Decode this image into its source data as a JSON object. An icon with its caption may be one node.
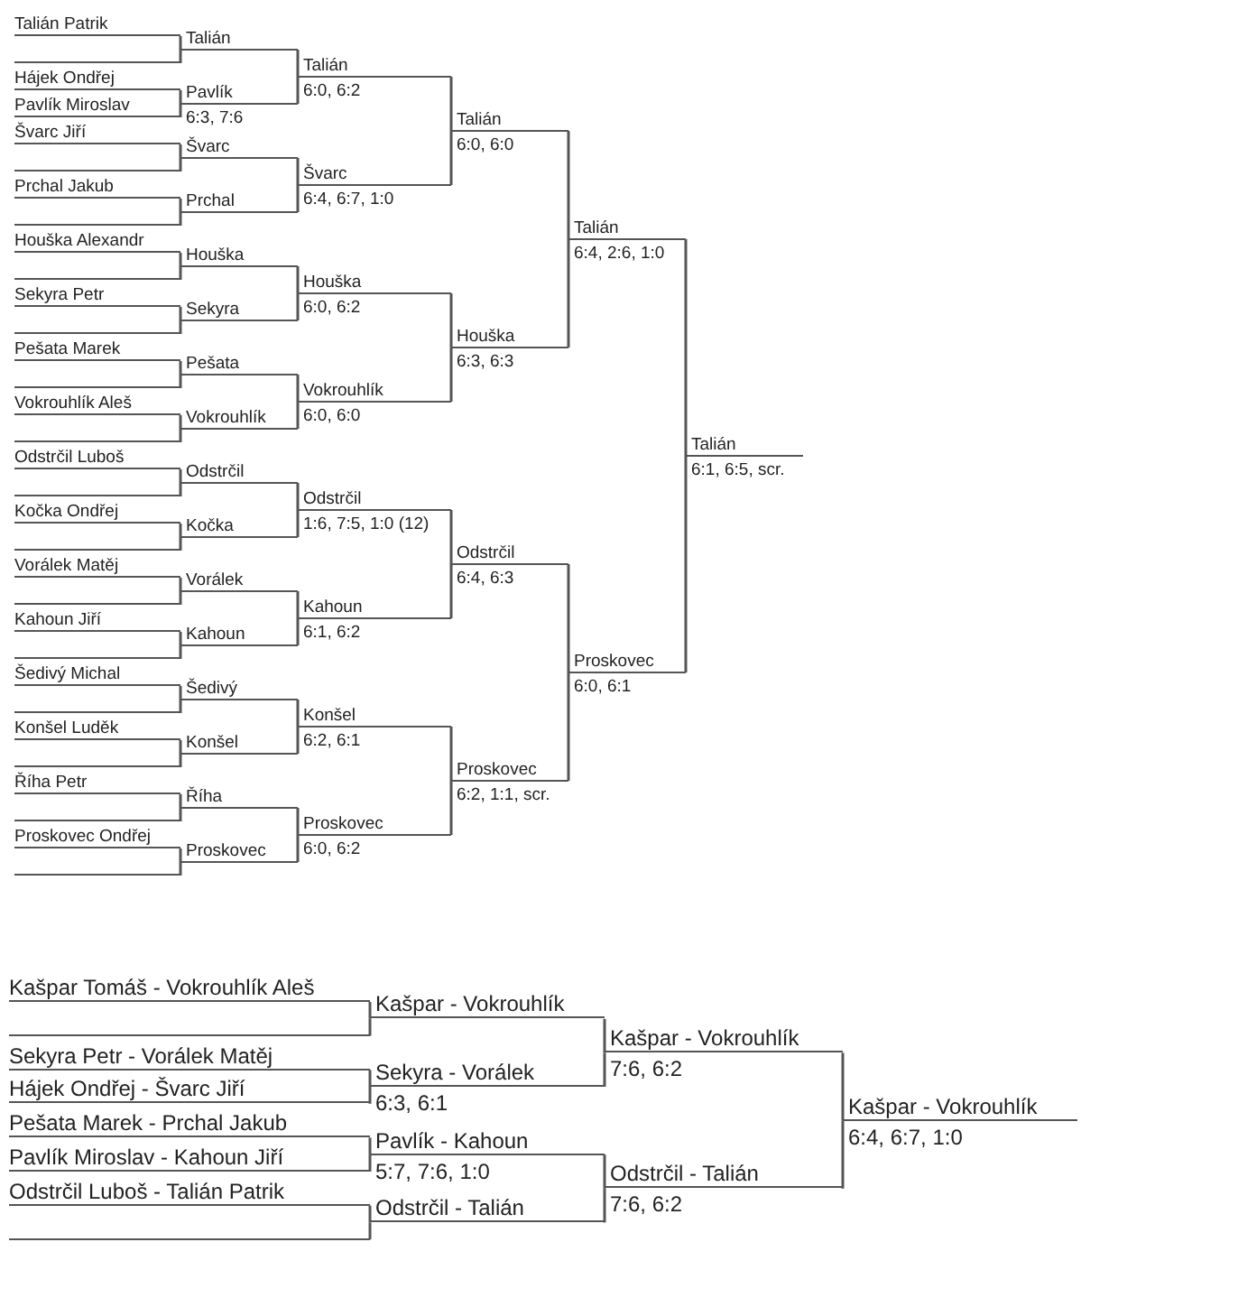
{
  "diagram": {
    "nodes": [
      {
        "text": [
          "Talián Patrik"
        ]
      },
      {
        "text": [],
        "shape": "line"
      },
      {
        "text": [
          "Hájek Ondřej"
        ]
      },
      {
        "text": [
          "Pavlík Miroslav"
        ]
      },
      {
        "text": [
          "Švarc Jiří"
        ]
      },
      {
        "text": [],
        "shape": "line"
      },
      {
        "text": [
          "Prchal Jakub"
        ]
      },
      {
        "text": [],
        "shape": "line"
      },
      {
        "text": [
          "Houška Alexandr"
        ]
      },
      {
        "text": [],
        "shape": "line"
      },
      {
        "text": [
          "Sekyra Petr"
        ]
      },
      {
        "text": [],
        "shape": "line"
      },
      {
        "text": [
          "Pešata Marek"
        ]
      },
      {
        "text": [],
        "shape": "line"
      },
      {
        "text": [
          "Vokrouhlík Aleš"
        ]
      },
      {
        "text": [],
        "shape": "line"
      },
      {
        "text": [
          "Odstrčil Luboš"
        ]
      },
      {
        "text": [],
        "shape": "line"
      },
      {
        "text": [
          "Kočka Ondřej"
        ]
      },
      {
        "text": [],
        "shape": "line"
      },
      {
        "text": [
          "Vorálek Matěj"
        ]
      },
      {
        "text": [],
        "shape": "line"
      },
      {
        "text": [
          "Kahoun Jiří"
        ]
      },
      {
        "text": [],
        "shape": "line"
      },
      {
        "text": [
          "Šedivý Michal"
        ]
      },
      {
        "text": [],
        "shape": "line"
      },
      {
        "text": [
          "Konšel Luděk"
        ]
      },
      {
        "text": [],
        "shape": "line"
      },
      {
        "text": [
          "Říha Petr"
        ]
      },
      {
        "text": [],
        "shape": "line"
      },
      {
        "text": [
          "Proskovec Ondřej"
        ]
      },
      {
        "text": [],
        "shape": "line"
      },
      {
        "text": [
          "Talián"
        ]
      },
      {
        "text": [
          "Pavlík"
        ],
        "beside": [
          "6:3, 7:6"
        ]
      },
      {
        "text": [
          "Švarc"
        ]
      },
      {
        "text": [
          "Prchal"
        ]
      },
      {
        "text": [
          "Houška"
        ]
      },
      {
        "text": [
          "Sekyra"
        ]
      },
      {
        "text": [
          "Pešata"
        ]
      },
      {
        "text": [
          "Vokrouhlík"
        ]
      },
      {
        "text": [
          "Odstrčil"
        ]
      },
      {
        "text": [
          "Kočka"
        ]
      },
      {
        "text": [
          "Vorálek"
        ]
      },
      {
        "text": [
          "Kahoun"
        ]
      },
      {
        "text": [
          "Šedivý"
        ]
      },
      {
        "text": [
          "Konšel"
        ]
      },
      {
        "text": [
          "Říha"
        ]
      },
      {
        "text": [
          "Proskovec"
        ]
      },
      {
        "text": [
          "Talián"
        ],
        "beside": [
          "6:0, 6:2"
        ]
      },
      {
        "text": [
          "Švarc"
        ],
        "beside": [
          "6:4, 6:7, 1:0"
        ]
      },
      {
        "text": [
          "Houška"
        ],
        "beside": [
          "6:0, 6:2"
        ]
      },
      {
        "text": [
          "Vokrouhlík"
        ],
        "beside": [
          "6:0, 6:0"
        ]
      },
      {
        "text": [
          "Odstrčil"
        ],
        "beside": [
          "1:6, 7:5, 1:0 (12)"
        ]
      },
      {
        "text": [
          "Kahoun"
        ],
        "beside": [
          "6:1, 6:2"
        ]
      },
      {
        "text": [
          "Konšel"
        ],
        "beside": [
          "6:2, 6:1"
        ]
      },
      {
        "text": [
          "Proskovec"
        ],
        "beside": [
          "6:0, 6:2"
        ]
      },
      {
        "text": [
          "Talián"
        ],
        "beside": [
          "6:0, 6:0"
        ]
      },
      {
        "text": [
          "Houška"
        ],
        "beside": [
          "6:3, 6:3"
        ]
      },
      {
        "text": [
          "Odstrčil"
        ],
        "beside": [
          "6:4, 6:3"
        ]
      },
      {
        "text": [
          "Proskovec"
        ],
        "beside": [
          "6:2, 1:1, scr."
        ]
      },
      {
        "text": [
          "Talián"
        ],
        "beside": [
          "6:4, 2:6, 1:0"
        ]
      },
      {
        "text": [
          "Proskovec"
        ],
        "beside": [
          "6:0, 6:1"
        ]
      },
      {
        "text": [
          "Talián"
        ],
        "beside": [
          "6:1, 6:5, scr."
        ]
      },
      {
        "text": [
          "Kašpar Tomáš - Vokrouhlík Aleš"
        ]
      },
      {
        "text": [],
        "shape": "line"
      },
      {
        "text": [
          "Sekyra Petr - Vorálek Matěj"
        ]
      },
      {
        "text": [
          "Hájek Ondřej - Švarc Jiří"
        ]
      },
      {
        "text": [
          "Pešata Marek - Prchal Jakub"
        ]
      },
      {
        "text": [
          "Pavlík Miroslav - Kahoun Jiří"
        ]
      },
      {
        "text": [
          "Odstrčil Luboš - Talián Patrik"
        ]
      },
      {
        "text": [],
        "shape": "line"
      },
      {
        "text": [
          "Kašpar - Vokrouhlík"
        ]
      },
      {
        "text": [
          "Sekyra - Vorálek"
        ],
        "beside": [
          "6:3, 6:1"
        ]
      },
      {
        "text": [
          "Pavlík - Kahoun"
        ],
        "beside": [
          "5:7, 7:6, 1:0"
        ]
      },
      {
        "text": [
          "Odstrčil - Talián"
        ]
      },
      {
        "text": [
          "Kašpar - Vokrouhlík"
        ],
        "beside": [
          "7:6, 6:2"
        ]
      },
      {
        "text": [
          "Odstrčil - Talián"
        ],
        "beside": [
          "7:6, 6:2"
        ]
      },
      {
        "text": [
          "Kašpar - Vokrouhlík"
        ],
        "beside": [
          "6:4, 6:7, 1:0"
        ]
      }
    ],
    "edges": [
      {
        "from": 0,
        "to": 32,
        "arrow": "none"
      },
      {
        "from": 1,
        "to": 32,
        "arrow": "none"
      },
      {
        "from": 2,
        "to": 33,
        "arrow": "none"
      },
      {
        "from": 3,
        "to": 33,
        "arrow": "none"
      },
      {
        "from": 4,
        "to": 34,
        "arrow": "none"
      },
      {
        "from": 5,
        "to": 34,
        "arrow": "none"
      },
      {
        "from": 6,
        "to": 35,
        "arrow": "none"
      },
      {
        "from": 7,
        "to": 35,
        "arrow": "none"
      },
      {
        "from": 8,
        "to": 36,
        "arrow": "none"
      },
      {
        "from": 9,
        "to": 36,
        "arrow": "none"
      },
      {
        "from": 10,
        "to": 37,
        "arrow": "none"
      },
      {
        "from": 11,
        "to": 37,
        "arrow": "none"
      },
      {
        "from": 12,
        "to": 38,
        "arrow": "none"
      },
      {
        "from": 13,
        "to": 38,
        "arrow": "none"
      },
      {
        "from": 14,
        "to": 39,
        "arrow": "none"
      },
      {
        "from": 15,
        "to": 39,
        "arrow": "none"
      },
      {
        "from": 16,
        "to": 40,
        "arrow": "none"
      },
      {
        "from": 17,
        "to": 40,
        "arrow": "none"
      },
      {
        "from": 18,
        "to": 41,
        "arrow": "none"
      },
      {
        "from": 19,
        "to": 41,
        "arrow": "none"
      },
      {
        "from": 20,
        "to": 42,
        "arrow": "none"
      },
      {
        "from": 21,
        "to": 42,
        "arrow": "none"
      },
      {
        "from": 22,
        "to": 43,
        "arrow": "none"
      },
      {
        "from": 23,
        "to": 43,
        "arrow": "none"
      },
      {
        "from": 24,
        "to": 44,
        "arrow": "none"
      },
      {
        "from": 25,
        "to": 44,
        "arrow": "none"
      },
      {
        "from": 26,
        "to": 45,
        "arrow": "none"
      },
      {
        "from": 27,
        "to": 45,
        "arrow": "none"
      },
      {
        "from": 28,
        "to": 46,
        "arrow": "none"
      },
      {
        "from": 29,
        "to": 46,
        "arrow": "none"
      },
      {
        "from": 30,
        "to": 47,
        "arrow": "none"
      },
      {
        "from": 31,
        "to": 47,
        "arrow": "none"
      },
      {
        "from": 32,
        "to": 48,
        "arrow": "none"
      },
      {
        "from": 33,
        "to": 48,
        "arrow": "none"
      },
      {
        "from": 34,
        "to": 49,
        "arrow": "none"
      },
      {
        "from": 35,
        "to": 49,
        "arrow": "none"
      },
      {
        "from": 36,
        "to": 50,
        "arrow": "none"
      },
      {
        "from": 37,
        "to": 50,
        "arrow": "none"
      },
      {
        "from": 38,
        "to": 51,
        "arrow": "none"
      },
      {
        "from": 39,
        "to": 51,
        "arrow": "none"
      },
      {
        "from": 40,
        "to": 52,
        "arrow": "none"
      },
      {
        "from": 41,
        "to": 52,
        "arrow": "none"
      },
      {
        "from": 42,
        "to": 53,
        "arrow": "none"
      },
      {
        "from": 43,
        "to": 53,
        "arrow": "none"
      },
      {
        "from": 44,
        "to": 54,
        "arrow": "none"
      },
      {
        "from": 45,
        "to": 54,
        "arrow": "none"
      },
      {
        "from": 46,
        "to": 55,
        "arrow": "none"
      },
      {
        "from": 47,
        "to": 55,
        "arrow": "none"
      },
      {
        "from": 48,
        "to": 56,
        "arrow": "none"
      },
      {
        "from": 49,
        "to": 56,
        "arrow": "none"
      },
      {
        "from": 50,
        "to": 57,
        "arrow": "none"
      },
      {
        "from": 51,
        "to": 57,
        "arrow": "none"
      },
      {
        "from": 52,
        "to": 58,
        "arrow": "none"
      },
      {
        "from": 53,
        "to": 58,
        "arrow": "none"
      },
      {
        "from": 54,
        "to": 59,
        "arrow": "none"
      },
      {
        "from": 55,
        "to": 59,
        "arrow": "none"
      },
      {
        "from": 56,
        "to": 60,
        "arrow": "none"
      },
      {
        "from": 57,
        "to": 60,
        "arrow": "none"
      },
      {
        "from": 58,
        "to": 61,
        "arrow": "none"
      },
      {
        "from": 59,
        "to": 61,
        "arrow": "none"
      },
      {
        "from": 60,
        "to": 62,
        "arrow": "none"
      },
      {
        "from": 61,
        "to": 62,
        "arrow": "none"
      },
      {
        "from": 63,
        "to": 71,
        "arrow": "none"
      },
      {
        "from": 64,
        "to": 71,
        "arrow": "none"
      },
      {
        "from": 65,
        "to": 72,
        "arrow": "none"
      },
      {
        "from": 66,
        "to": 72,
        "arrow": "none"
      },
      {
        "from": 67,
        "to": 73,
        "arrow": "none"
      },
      {
        "from": 68,
        "to": 73,
        "arrow": "none"
      },
      {
        "from": 69,
        "to": 74,
        "arrow": "none"
      },
      {
        "from": 70,
        "to": 74,
        "arrow": "none"
      },
      {
        "from": 71,
        "to": 75,
        "arrow": "none"
      },
      {
        "from": 72,
        "to": 75,
        "arrow": "none"
      },
      {
        "from": 73,
        "to": 76,
        "arrow": "none"
      },
      {
        "from": 74,
        "to": 76,
        "arrow": "none"
      },
      {
        "from": 75,
        "to": 77,
        "arrow": "none"
      },
      {
        "from": 76,
        "to": 77,
        "arrow": "none"
      }
    ]
  }
}
